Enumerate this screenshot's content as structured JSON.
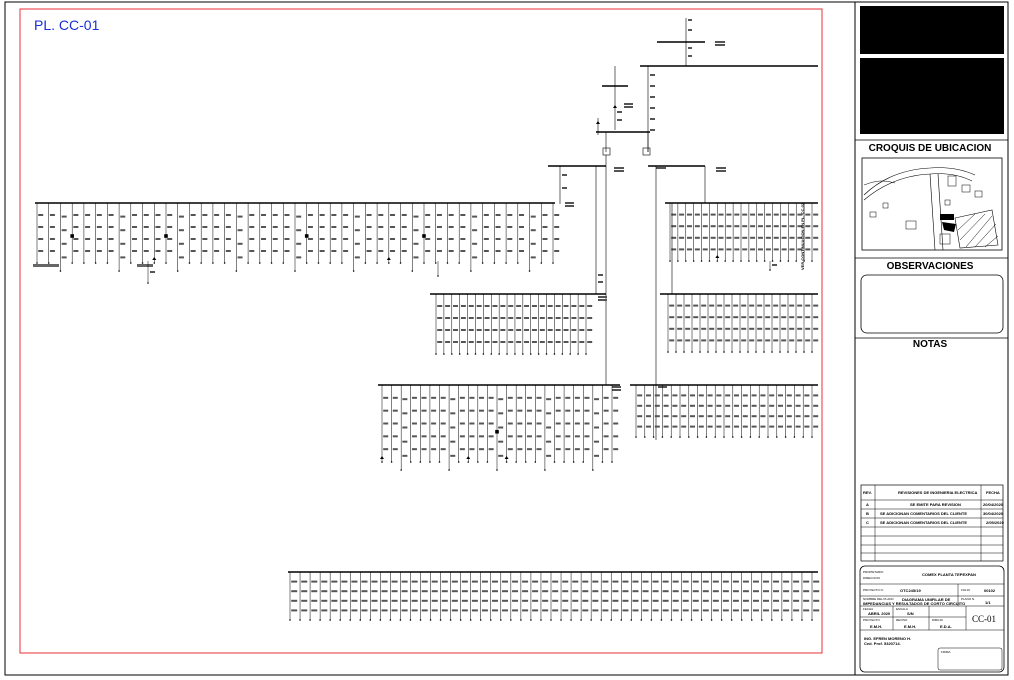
{
  "sheet": {
    "code_label": "PL. CC-01",
    "side_note": "VER CONTINUACION EN PL. CC-02",
    "accent_color": "#e8303a",
    "label_color": "#1a2fd8"
  },
  "title_block": {
    "croquis_title": "CROQUIS DE UBICACION",
    "observaciones_title": "OBSERVACIONES",
    "notas_title": "NOTAS",
    "revisions": {
      "headers": [
        "REV.",
        "REVISIONES DE INGENIERIA ELECTRICA",
        "FECHA"
      ],
      "rows": [
        {
          "rev": "A",
          "desc": "SE EMITE PARA REVISION",
          "date": "20/04/2020"
        },
        {
          "rev": "B",
          "desc": "SE ADICIONAN COMENTARIOS DEL CLIENTE",
          "date": "30/04/2020"
        },
        {
          "rev": "C",
          "desc": "SE ADICIONAN COMENTARIOS DEL CLIENTE",
          "date": "2/05/2020"
        }
      ]
    },
    "info": {
      "propietario_label": "PROPIETARIO",
      "direccion_label": "DIRECCION",
      "project_name": "COMEX PLANTA TEPEXPAN",
      "proyecto_label": "PROYECTO N.",
      "proyecto_no": "OTC245/19",
      "folio_label": "FOLIO",
      "folio": "00102",
      "nombre_plano_label": "NOMBRE DEL PLANO",
      "plano_title_1": "DIAGRAMA UNIFILAR DE",
      "plano_title_2": "IMPEDANCIAS Y RESULTADOS DE CORTO CIRCUITO",
      "fecha_label": "FECHA",
      "fecha": "ABRIL 2020",
      "escala_label": "ESCALA",
      "escala": "S/N",
      "plano_label": "PLANO N.",
      "plano_no": "1/1",
      "proyecto2_label": "PROYECTO",
      "proyecto2": "E.M.H.",
      "reviso_label": "REVISO",
      "reviso": "E.M.H.",
      "dibujo_label": "DIBUJO",
      "dibujo": "E.D.A.",
      "sheet_code": "CC-01",
      "engineer": "ING. EFREN MORENO H.",
      "cedula": "Ced. Prof. 5320714.",
      "firma_label": "FIRMA"
    }
  }
}
